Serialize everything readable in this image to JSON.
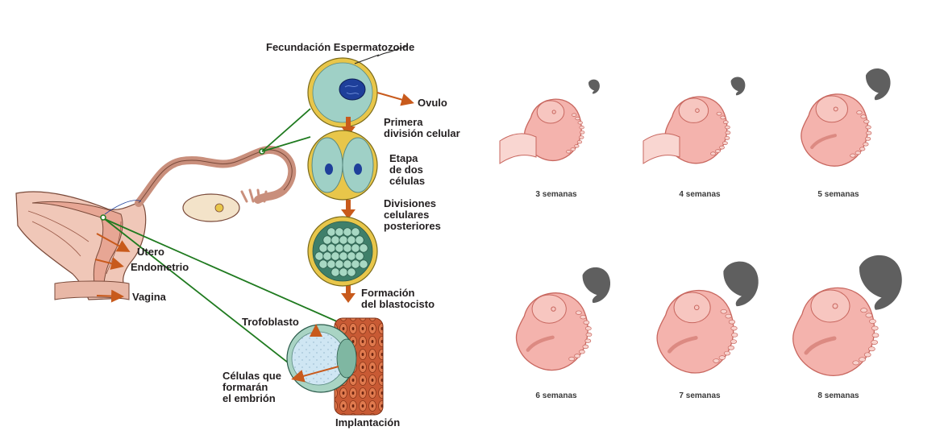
{
  "colors": {
    "arrow": "#c85a1c",
    "line": "#1f7a1f",
    "cell_fill": "#9fd0c6",
    "cell_ring": "#e8c64a",
    "nucleus": "#1e3f9a",
    "embryo": "#f4b3ad",
    "embryo_dark": "#c8675f",
    "silhouette": "#5f5f5f",
    "uterus": "#f0c7b8",
    "tissue": "#d2673a"
  },
  "process": {
    "fertilization_label": "Fecundación Espermatozoide",
    "ovum_label": "Ovulo",
    "first_division": [
      "Primera",
      "división celular"
    ],
    "two_cell_stage": [
      "Etapa",
      "de dos",
      "células"
    ],
    "later_divisions": [
      "Divisiones",
      "celulares",
      "posteriores"
    ],
    "blastocyst": [
      "Formación",
      "del blastocisto"
    ],
    "trophoblast": "Trofoblasto",
    "embryo_cells": [
      "Células que",
      "formarán",
      "el embrión"
    ],
    "implantation": "Implantación"
  },
  "anatomy": {
    "uterus": "Utero",
    "endometrium": "Endometrio",
    "vagina": "Vagina"
  },
  "embryo_stages": [
    {
      "label": "3 semanas",
      "silhouette_scale": 0.25
    },
    {
      "label": "4 semanas",
      "silhouette_scale": 0.32
    },
    {
      "label": "5 semanas",
      "silhouette_scale": 0.55
    },
    {
      "label": "6 semanas",
      "silhouette_scale": 0.62
    },
    {
      "label": "7 semanas",
      "silhouette_scale": 0.78
    },
    {
      "label": "8 semanas",
      "silhouette_scale": 0.95
    }
  ]
}
